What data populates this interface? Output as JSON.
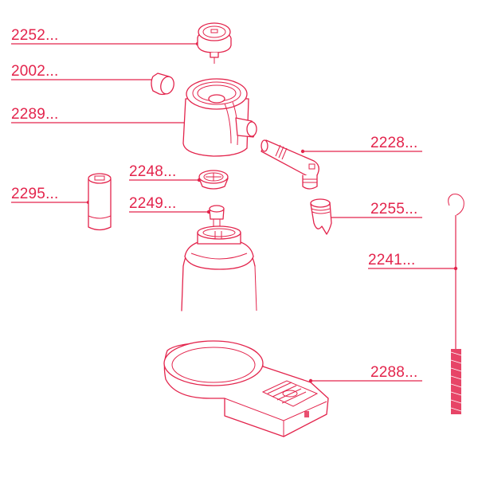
{
  "diagram": {
    "type": "exploded-parts-view",
    "accent_color": "#e3244c",
    "background_color": "#ffffff",
    "parts": [
      {
        "id": "p2252",
        "label": "2252...",
        "name": "pressure-cap"
      },
      {
        "id": "p2002",
        "label": "2002...",
        "name": "seal-ring"
      },
      {
        "id": "p2289",
        "label": "2289...",
        "name": "head"
      },
      {
        "id": "p2228",
        "label": "2228...",
        "name": "nozzle-elbow"
      },
      {
        "id": "p2248",
        "label": "2248...",
        "name": "valve-gasket"
      },
      {
        "id": "p2295",
        "label": "2295...",
        "name": "charger-holder"
      },
      {
        "id": "p2249",
        "label": "2249...",
        "name": "valve-piston"
      },
      {
        "id": "p2255",
        "label": "2255...",
        "name": "tulip-tip"
      },
      {
        "id": "p2241",
        "label": "2241...",
        "name": "cleaning-brush"
      },
      {
        "id": "p2288",
        "label": "2288...",
        "name": "base-stand"
      }
    ]
  }
}
